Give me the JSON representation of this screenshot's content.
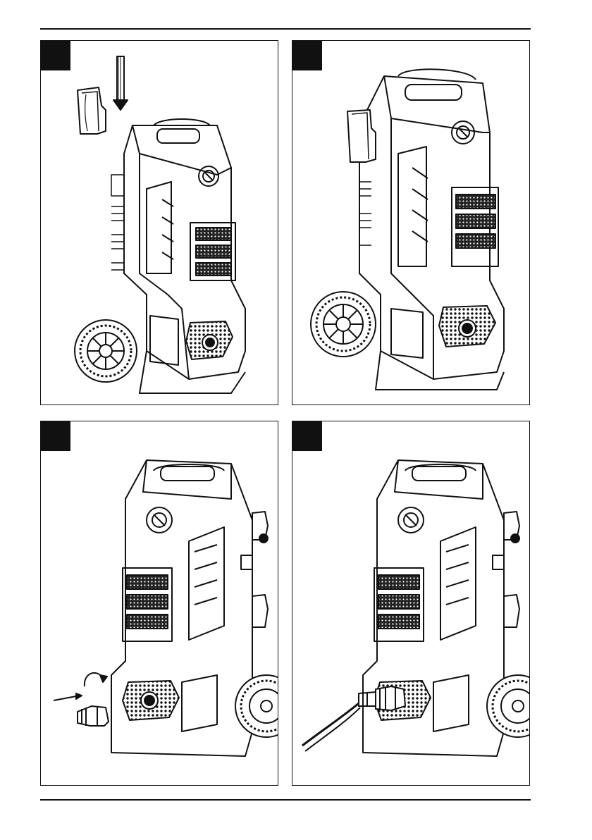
{
  "page": {
    "panels": [
      {
        "step_tag": ""
      },
      {
        "step_tag": ""
      },
      {
        "step_tag": ""
      },
      {
        "step_tag": ""
      }
    ]
  },
  "icons": [
    "pressure-washer-illustration",
    "hose-holder-part",
    "down-arrow",
    "rotate-arrow",
    "hose-connector",
    "water-hose"
  ],
  "colors": {
    "line": "#111111",
    "background": "#ffffff"
  }
}
